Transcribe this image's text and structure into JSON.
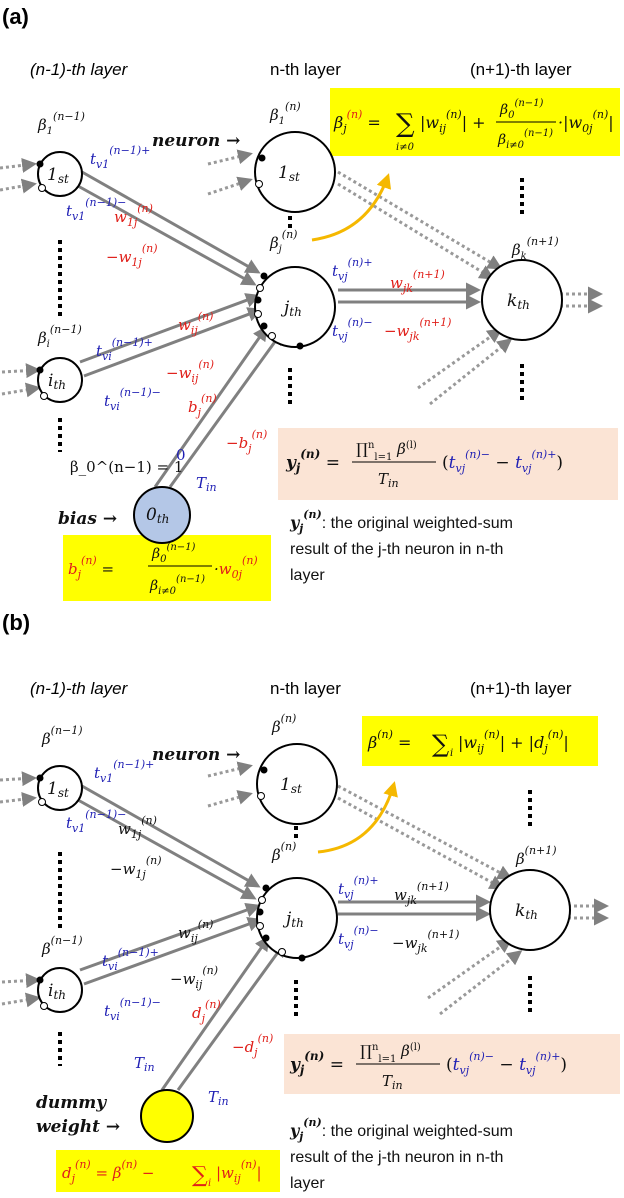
{
  "panel_a": {
    "label": "(a)",
    "layer_prev": "(n-1)-th layer",
    "layer_cur": "n-th layer",
    "layer_next": "(n+1)-th layer",
    "neuron_word": "neuron",
    "bias_word": "bias",
    "beta_eq_lhs": "β_j^(n) =",
    "beta_eq_rhs": "Σ_{i≠0} |w_ij^(n)| + (β_0^(n−1) / β_{i≠0}^(n−1)) · |w_0j^(n)|",
    "bias_eq": "b_j^(n) = (β_0^(n−1) / β_{i≠0}^(n−1)) · w_0j^(n)",
    "y_eq": "y_j^(n) = (∏_{l=1}^n β^(l) / T_in) (t_vj^(n)− − t_vj^(n)+)",
    "y_desc_1": "the original weighted-sum",
    "y_desc_2": "result of the j-th neuron in n-th",
    "y_desc_3": "layer",
    "beta0_eq": "β_0^(n−1) = 1",
    "zero": "0",
    "tin": "T_in"
  },
  "panel_b": {
    "label": "(b)",
    "layer_prev": "(n-1)-th layer",
    "layer_cur": "n-th layer",
    "layer_next": "(n+1)-th layer",
    "neuron_word": "neuron",
    "dummy_word_1": "dummy",
    "dummy_word_2": "weight",
    "beta_eq": "β^(n) = Σ_i |w_ij^(n)| + |d_j^(n)|",
    "d_eq": "d_j^(n) = β^(n) − Σ_i |w_ij^(n)|",
    "y_eq": "y_j^(n) = (∏_{l=1}^n β^(l) / T_in) (t_vj^(n)− − t_vj^(n)+)",
    "y_desc_1": "the original weighted-sum",
    "y_desc_2": "result of the j-th neuron in n-th",
    "y_desc_3": "layer",
    "tin": "T_in"
  },
  "colors": {
    "highlight_yellow": "#ffff00",
    "highlight_peach": "#fbe4d5",
    "bias_node": "#b4c7e7",
    "dummy_node": "#ffff00",
    "curved_arrow": "#f5b800",
    "red_text": "#e0201a",
    "blue_text": "#1f1fb4",
    "connection": "#808080"
  }
}
